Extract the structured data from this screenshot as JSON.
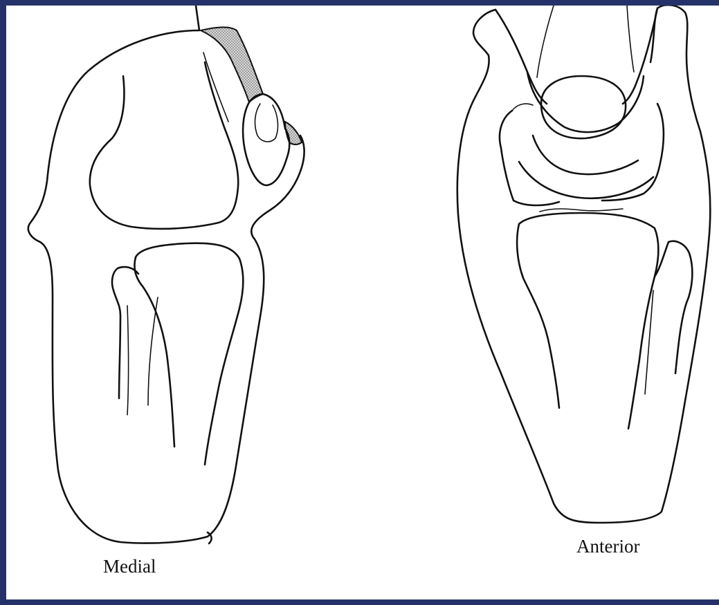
{
  "figure": {
    "views": [
      {
        "id": "medial",
        "label": "Medial"
      },
      {
        "id": "anterior",
        "label": "Anterior"
      }
    ]
  },
  "colors": {
    "border": "#25326a",
    "background": "#ffffff",
    "ink": "#111111",
    "stipple": "#8a8a8a"
  }
}
